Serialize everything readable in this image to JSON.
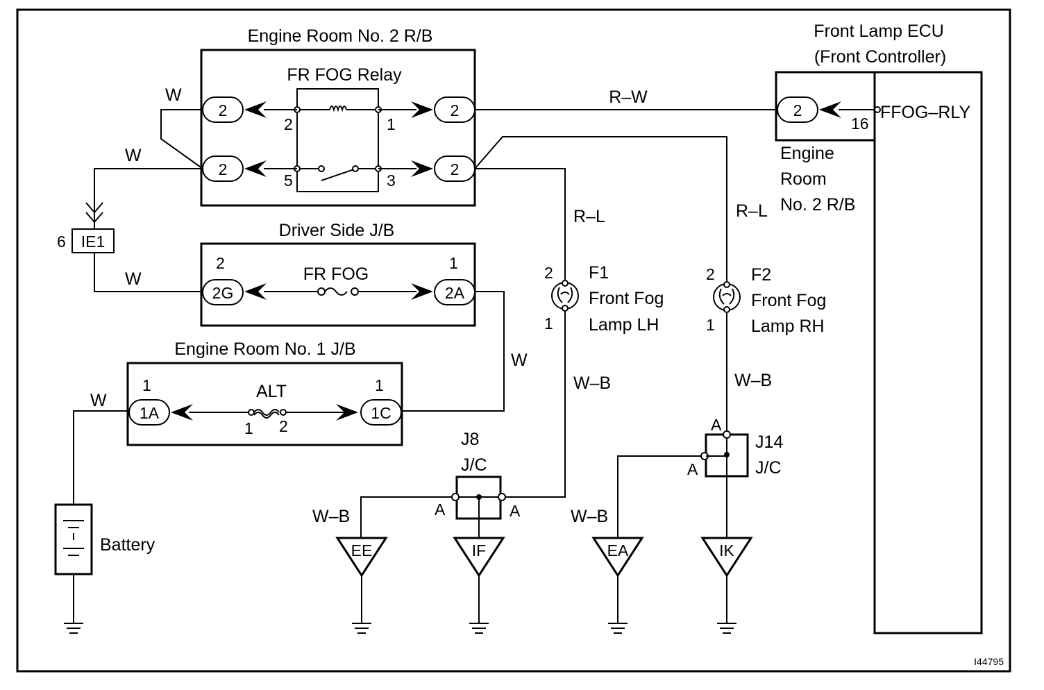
{
  "components": {
    "er2_title": "Engine Room No. 2 R/B",
    "relay_title": "FR FOG Relay",
    "ecu_title_1": "Front Lamp ECU",
    "ecu_title_2": "(Front Controller)",
    "ecu_terminal": "FFOG–RLY",
    "ecu_pin": "16",
    "er2_side_1": "Engine",
    "er2_side_2": "Room",
    "er2_side_3": "No. 2 R/B",
    "driver_jb_title": "Driver Side J/B",
    "fuse_fog": "FR FOG",
    "er1_title": "Engine Room No. 1 J/B",
    "fuse_alt": "ALT",
    "battery": "Battery",
    "f1_id": "F1",
    "f1_name_1": "Front Fog",
    "f1_name_2": "Lamp LH",
    "f2_id": "F2",
    "f2_name_1": "Front Fog",
    "f2_name_2": "Lamp RH",
    "j8_id": "J8",
    "j8_type": "J/C",
    "j14_id": "J14",
    "j14_type": "J/C",
    "ie1": "IE1",
    "ground_ee": "EE",
    "ground_if": "IF",
    "ground_ea": "EA",
    "ground_ik": "IK",
    "figure_id": "I44795"
  },
  "connectors": {
    "c2": "2",
    "c2g": "2G",
    "c2a": "2A",
    "c1a": "1A",
    "c1c": "1C"
  },
  "pins": {
    "p1": "1",
    "p2": "2",
    "p3": "3",
    "p5": "5",
    "p6": "6",
    "pA": "A"
  },
  "wires": {
    "w": "W",
    "rw": "R–W",
    "rl": "R–L",
    "wb": "W–B"
  }
}
